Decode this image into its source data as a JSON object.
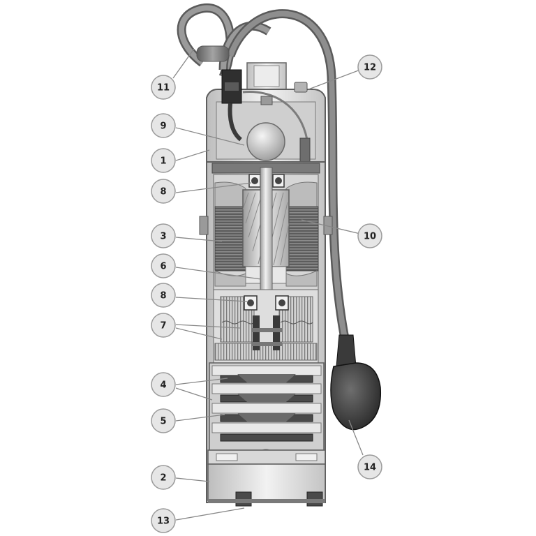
{
  "callouts": [
    {
      "label": "11"
    },
    {
      "label": "12"
    },
    {
      "label": "9"
    },
    {
      "label": "1"
    },
    {
      "label": "8"
    },
    {
      "label": "3"
    },
    {
      "label": "10"
    },
    {
      "label": "6"
    },
    {
      "label": "8"
    },
    {
      "label": "7"
    },
    {
      "label": "4"
    },
    {
      "label": "5"
    },
    {
      "label": "14"
    },
    {
      "label": "2"
    },
    {
      "label": "13"
    }
  ],
  "colors": {
    "casing": "#d9d9d9",
    "casing_dark": "#8a8a8a",
    "cable": "#7d7d7d",
    "rotor": "#c8c8c8",
    "winding": "#6a6a6a",
    "impeller": "#4f4f4f",
    "float": "#3c3c3c",
    "bubble_fill": "#e6e6e6",
    "bubble_stroke": "#9a9a9a"
  }
}
